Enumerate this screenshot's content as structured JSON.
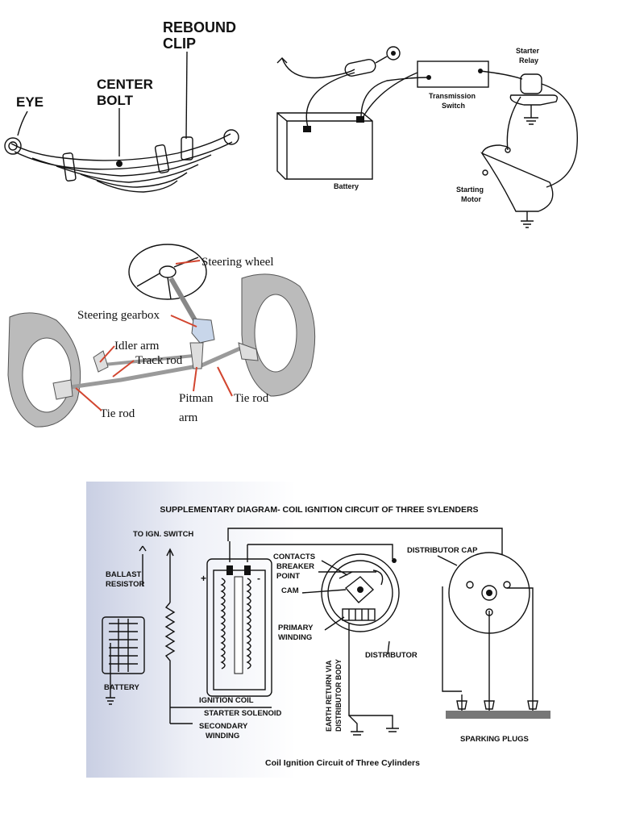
{
  "leaf_spring": {
    "labels": {
      "rebound_clip_1": "REBOUND",
      "rebound_clip_2": "CLIP",
      "center_bolt_1": "CENTER",
      "center_bolt_2": "BOLT",
      "eye": "EYE"
    }
  },
  "starter_circuit": {
    "labels": {
      "starter_relay_1": "Starter",
      "starter_relay_2": "Relay",
      "transmission_switch_1": "Transmission",
      "transmission_switch_2": "Switch",
      "battery": "Battery",
      "starting_motor_1": "Starting",
      "starting_motor_2": "Motor"
    }
  },
  "steering": {
    "labels": {
      "steering_wheel": "Steering wheel",
      "steering_gearbox": "Steering gearbox",
      "idler_arm": "Idler arm",
      "track_rod": "Track rod",
      "tie_rod_left": "Tie rod",
      "tie_rod_right": "Tie rod",
      "pitman_1": "Pitman",
      "pitman_2": "arm"
    },
    "colors": {
      "leader": "#d2452f"
    }
  },
  "ignition": {
    "title": "SUPPLEMENTARY DIAGRAM- COIL IGNITION CIRCUIT OF THREE SYLENDERS",
    "caption": "Coil Ignition Circuit of Three Cylinders",
    "labels": {
      "to_ign_switch": "TO IGN. SWITCH",
      "ballast_1": "BALLAST",
      "ballast_2": "RESISTOR",
      "battery": "BATTERY",
      "ignition_coil": "IGNITION COIL",
      "starter_solenoid": "STARTER SOLENOID",
      "secondary_1": "SECONDARY",
      "secondary_2": "WINDING",
      "contacts_1": "CONTACTS",
      "contacts_2": "BREAKER",
      "contacts_3": "POINT",
      "cam": "CAM",
      "primary_1": "PRIMARY",
      "primary_2": "WINDING",
      "earth_1": "EARTH RETURN VIA",
      "earth_2": "DISTRIBUTOR BODY",
      "distributor": "DISTRIBUTOR",
      "distributor_cap": "DISTRIBUTOR CAP",
      "sparking_plugs": "SPARKING PLUGS",
      "plus": "+",
      "minus": "-"
    },
    "colors": {
      "panel_edge": "#c9cfe3",
      "panel_mid": "#eef0f7"
    }
  }
}
